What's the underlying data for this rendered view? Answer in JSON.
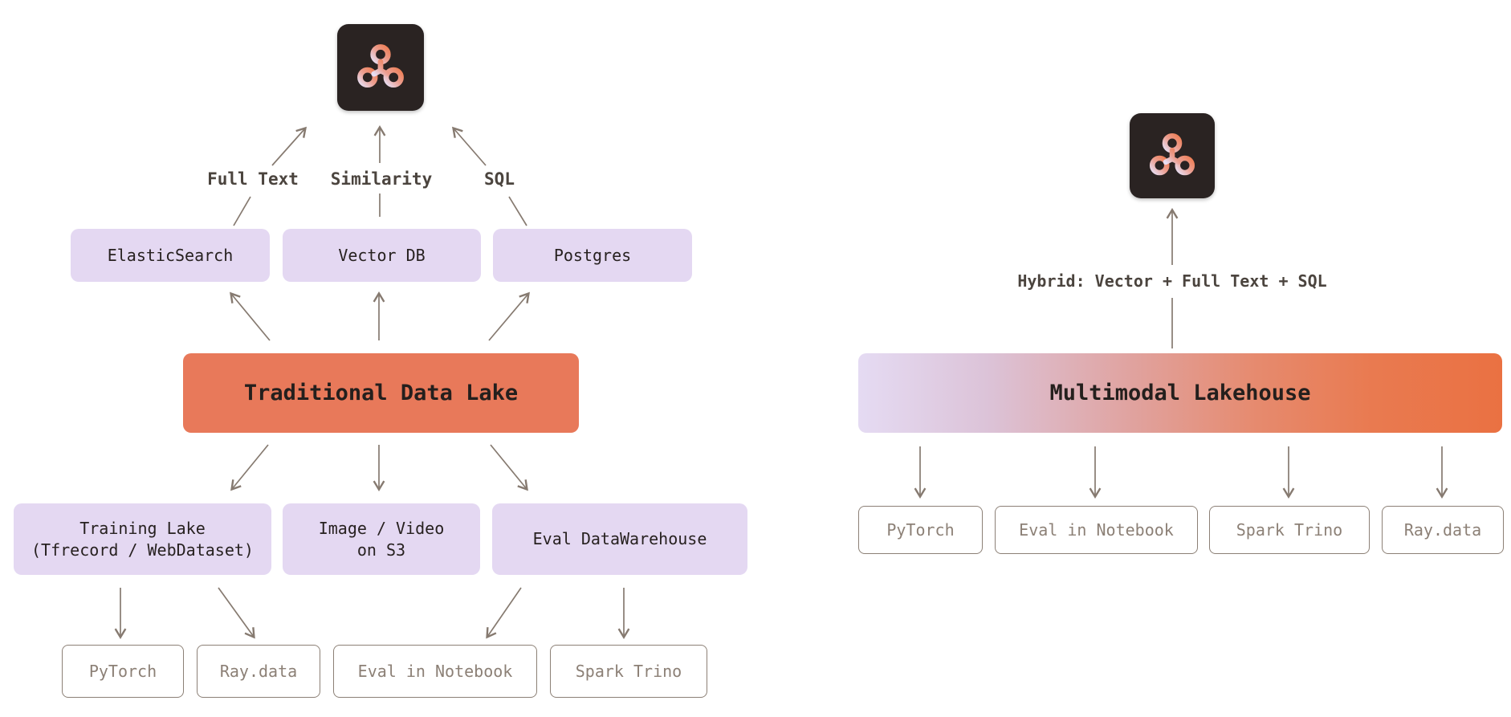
{
  "colors": {
    "background": "#ffffff",
    "logo_background": "#2a2322",
    "purple_box": "#e4d8f2",
    "orange_box": "#e8795a",
    "gradient_left": "#e5dbf3",
    "gradient_right": "#ea7142",
    "arrow": "#867a70",
    "outline_box_border": "#8c8076",
    "label_text": "#4b443e",
    "box_text": "#272120"
  },
  "left_diagram": {
    "logo_icon": "molecule-logo-icon",
    "query_labels": [
      {
        "label": "Full Text"
      },
      {
        "label": "Similarity"
      },
      {
        "label": "SQL"
      }
    ],
    "engines": [
      {
        "label": "ElasticSearch"
      },
      {
        "label": "Vector DB"
      },
      {
        "label": "Postgres"
      }
    ],
    "title": "Traditional Data Lake",
    "stores": [
      {
        "line1": "Training Lake",
        "line2": "(Tfrecord / WebDataset)"
      },
      {
        "line1": "Image / Video",
        "line2": "on S3"
      },
      {
        "line1": "Eval DataWarehouse",
        "line2": ""
      }
    ],
    "consumers": [
      {
        "label": "PyTorch"
      },
      {
        "label": "Ray.data"
      },
      {
        "label": "Eval in Notebook"
      },
      {
        "label": "Spark Trino"
      }
    ],
    "edges": [
      {
        "from": "ElasticSearch",
        "to": "logo",
        "label": "Full Text"
      },
      {
        "from": "Vector DB",
        "to": "logo",
        "label": "Similarity"
      },
      {
        "from": "Postgres",
        "to": "logo",
        "label": "SQL"
      },
      {
        "from": "Traditional Data Lake",
        "to": "ElasticSearch"
      },
      {
        "from": "Traditional Data Lake",
        "to": "Vector DB"
      },
      {
        "from": "Traditional Data Lake",
        "to": "Postgres"
      },
      {
        "from": "Traditional Data Lake",
        "to": "Training Lake (Tfrecord / WebDataset)"
      },
      {
        "from": "Traditional Data Lake",
        "to": "Image / Video on S3"
      },
      {
        "from": "Traditional Data Lake",
        "to": "Eval DataWarehouse"
      },
      {
        "from": "Training Lake (Tfrecord / WebDataset)",
        "to": "PyTorch"
      },
      {
        "from": "Training Lake (Tfrecord / WebDataset)",
        "to": "Ray.data"
      },
      {
        "from": "Eval DataWarehouse",
        "to": "Eval in Notebook"
      },
      {
        "from": "Eval DataWarehouse",
        "to": "Spark Trino"
      }
    ]
  },
  "right_diagram": {
    "logo_icon": "molecule-logo-icon",
    "query_label": "Hybrid: Vector + Full Text + SQL",
    "title": "Multimodal Lakehouse",
    "consumers": [
      {
        "label": "PyTorch"
      },
      {
        "label": "Eval in Notebook"
      },
      {
        "label": "Spark Trino"
      },
      {
        "label": "Ray.data"
      }
    ],
    "edges": [
      {
        "from": "Multimodal Lakehouse",
        "to": "logo",
        "label": "Hybrid: Vector + Full Text + SQL"
      },
      {
        "from": "Multimodal Lakehouse",
        "to": "PyTorch"
      },
      {
        "from": "Multimodal Lakehouse",
        "to": "Eval in Notebook"
      },
      {
        "from": "Multimodal Lakehouse",
        "to": "Spark Trino"
      },
      {
        "from": "Multimodal Lakehouse",
        "to": "Ray.data"
      }
    ]
  }
}
